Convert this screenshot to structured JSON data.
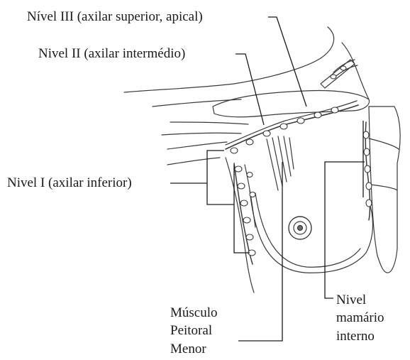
{
  "labels": {
    "level3": "Nível III (axilar superior, apical)",
    "level2": "Nivel II (axilar intermédio)",
    "level1": "Nivel I (axilar inferior)",
    "muscle": [
      "Músculo",
      "Peitoral",
      "Menor"
    ],
    "internal": [
      "Nivel",
      "mamário",
      "interno"
    ]
  },
  "colors": {
    "ink": "#1a1a1a",
    "line": "#3a3a3a",
    "paper": "#ffffff"
  }
}
